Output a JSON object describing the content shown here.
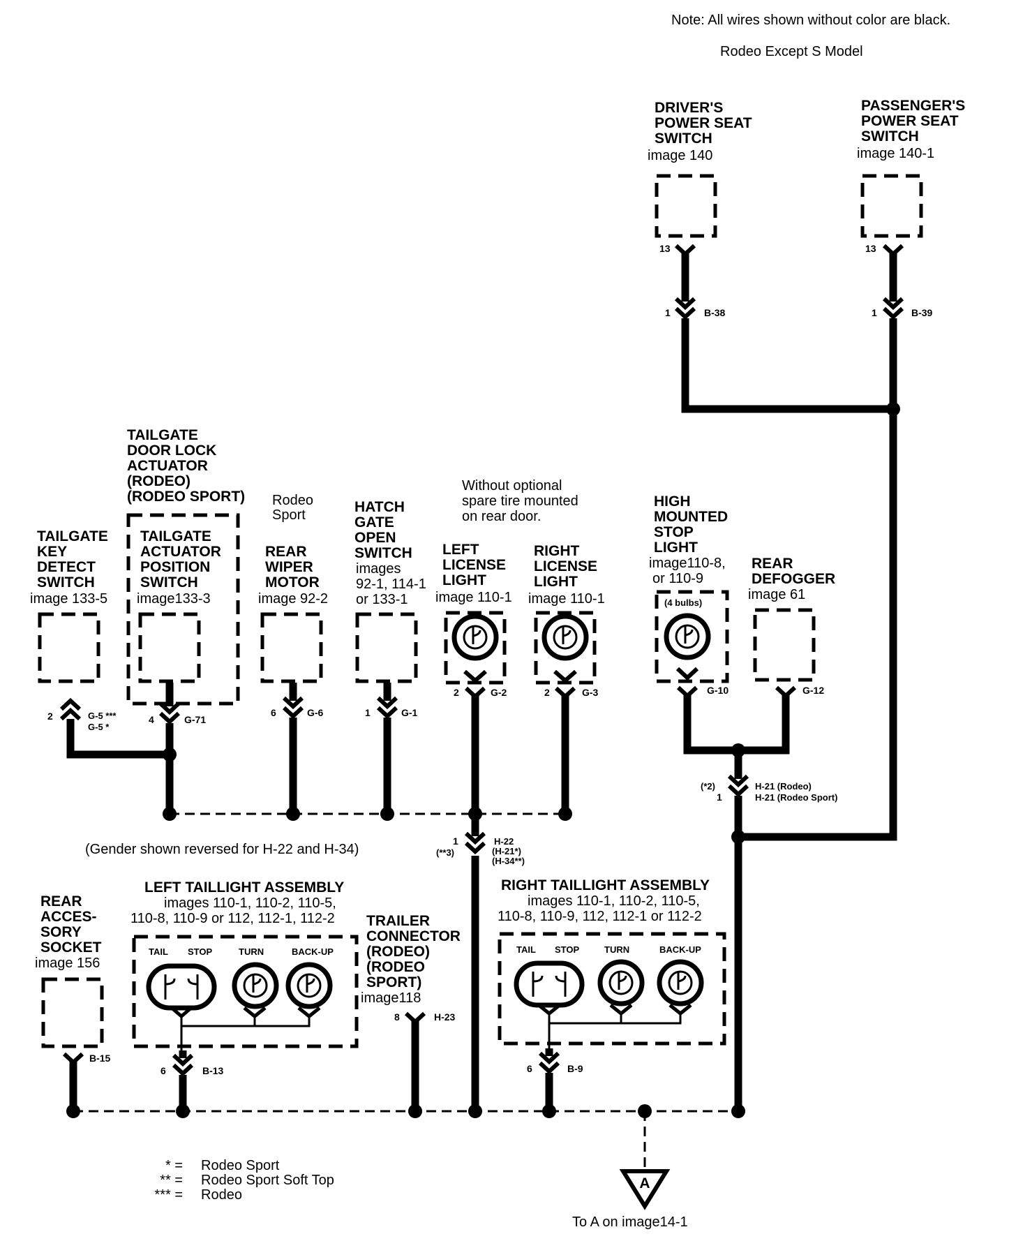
{
  "notes": {
    "color_note": "Note: All wires shown without color are black.",
    "model_note": "Rodeo Except S Model",
    "gender_note": "(Gender  shown reversed for H-22 and H-34)",
    "without_spare": [
      "Without optional",
      "spare tire mounted",
      "on rear door."
    ],
    "rodeo_sport": [
      "Rodeo",
      "Sport"
    ],
    "to_a": "To A on image14-1"
  },
  "components": {
    "drivers_seat": {
      "lines": [
        "DRIVER'S",
        "POWER SEAT",
        "SWITCH"
      ],
      "image": "image 140"
    },
    "passengers_seat": {
      "lines": [
        "PASSENGER'S",
        "POWER SEAT",
        "SWITCH"
      ],
      "image": "image 140-1"
    },
    "tailgate_actuator": {
      "lines": [
        "TAILGATE",
        "DOOR LOCK",
        "ACTUATOR",
        "(RODEO)",
        "(RODEO SPORT)"
      ]
    },
    "key_detect": {
      "lines": [
        "TAILGATE",
        "KEY",
        "DETECT",
        "SWITCH"
      ],
      "image": "image 133-5"
    },
    "actuator_position": {
      "lines": [
        "TAILGATE",
        "ACTUATOR",
        "POSITION",
        "SWITCH"
      ],
      "image": "image133-3"
    },
    "rear_wiper": {
      "lines": [
        "REAR",
        "WIPER",
        "MOTOR"
      ],
      "image": "image 92-2"
    },
    "hatch_gate": {
      "lines": [
        "HATCH",
        "GATE",
        "OPEN",
        "SWITCH"
      ],
      "image": [
        "images",
        "92-1, 114-1",
        "or 133-1"
      ]
    },
    "left_license": {
      "lines": [
        "LEFT",
        "LICENSE",
        "LIGHT"
      ],
      "image": "image 110-1"
    },
    "right_license": {
      "lines": [
        "RIGHT",
        "LICENSE",
        "LIGHT"
      ],
      "image": "image 110-1"
    },
    "high_stop": {
      "lines": [
        "HIGH",
        "MOUNTED",
        "STOP",
        "LIGHT"
      ],
      "image": [
        "image110-8,",
        "or 110-9"
      ],
      "bulbs": "(4 bulbs)"
    },
    "rear_defogger": {
      "lines": [
        "REAR",
        "DEFOGGER"
      ],
      "image": "image 61"
    },
    "rear_socket": {
      "lines": [
        "REAR",
        "ACCES-",
        "SORY",
        "SOCKET"
      ],
      "image": "image 156"
    },
    "left_taillight": {
      "title": "LEFT TAILLIGHT ASSEMBLY",
      "images": [
        "images 110-1, 110-2, 110-5,",
        "110-8, 110-9 or 112, 112-1, 112-2"
      ]
    },
    "right_taillight": {
      "title": "RIGHT TAILLIGHT ASSEMBLY",
      "images": [
        "images 110-1, 110-2, 110-5,",
        "110-8, 110-9, 112, 112-1 or 112-2"
      ]
    },
    "trailer": {
      "lines": [
        "TRAILER",
        "CONNECTOR",
        "(RODEO)",
        "(RODEO",
        "SPORT)"
      ],
      "image": "image118"
    }
  },
  "bulb_labels": {
    "tail": "TAIL",
    "stop": "STOP",
    "turn": "TURN",
    "backup": "BACK-UP"
  },
  "connectors": {
    "b38": "B-38",
    "b39": "B-39",
    "g5a": "G-5 ***",
    "g5b": "G-5 *",
    "g71": "G-71",
    "g6": "G-6",
    "g1": "G-1",
    "g2": "G-2",
    "g3": "G-3",
    "g10": "G-10",
    "g12": "G-12",
    "h21a": "H-21 (Rodeo)",
    "h21b": "H-21 (Rodeo Sport)",
    "h21c": "(H-21*)",
    "h22": "H-22",
    "h34": "(H-34**)",
    "h23": "H-23",
    "b15": "B-15",
    "b13": "B-13",
    "b9": "B-9"
  },
  "pins": {
    "p13a": "13",
    "p13b": "13",
    "p1a": "1",
    "p1b": "1",
    "p2a": "2",
    "p4": "4",
    "p6a": "6",
    "p1c": "1",
    "p2b": "2",
    "p2c": "2",
    "p1d": "1",
    "p1e": "1",
    "p8": "8",
    "p6b": "6",
    "p6c": "6",
    "note2": "(*2)",
    "note3": "(**3)"
  },
  "ground_label": "A",
  "legend": [
    {
      "mark": "* =",
      "text": "Rodeo Sport"
    },
    {
      "mark": "** =",
      "text": "Rodeo Sport Soft Top"
    },
    {
      "mark": "*** =",
      "text": "Rodeo"
    }
  ]
}
